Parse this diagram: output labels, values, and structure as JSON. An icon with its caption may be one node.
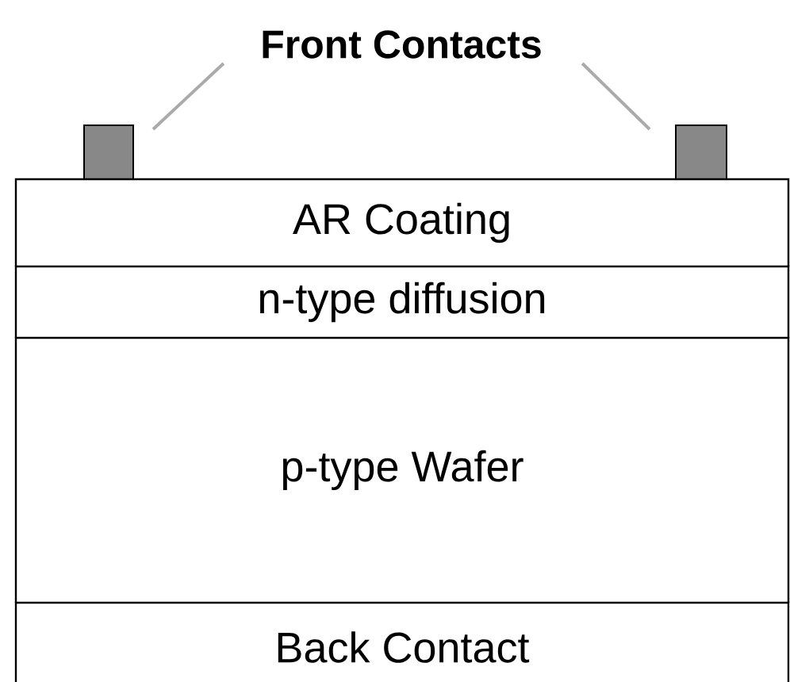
{
  "diagram": {
    "nodes": [
      {
        "text": [
          "Front Contacts"
        ]
      },
      {
        "text": [],
        "shape": "box"
      },
      {
        "text": [],
        "shape": "box"
      },
      {
        "text": [
          "AR Coating"
        ]
      },
      {
        "text": [
          "n-type diffusion"
        ]
      },
      {
        "text": [
          "p-type Wafer"
        ]
      },
      {
        "text": [
          "Back Contact"
        ]
      }
    ],
    "edges": [
      {
        "from": 0,
        "to": 1,
        "arrow": "none"
      },
      {
        "from": 0,
        "to": 2,
        "arrow": "none"
      }
    ]
  }
}
